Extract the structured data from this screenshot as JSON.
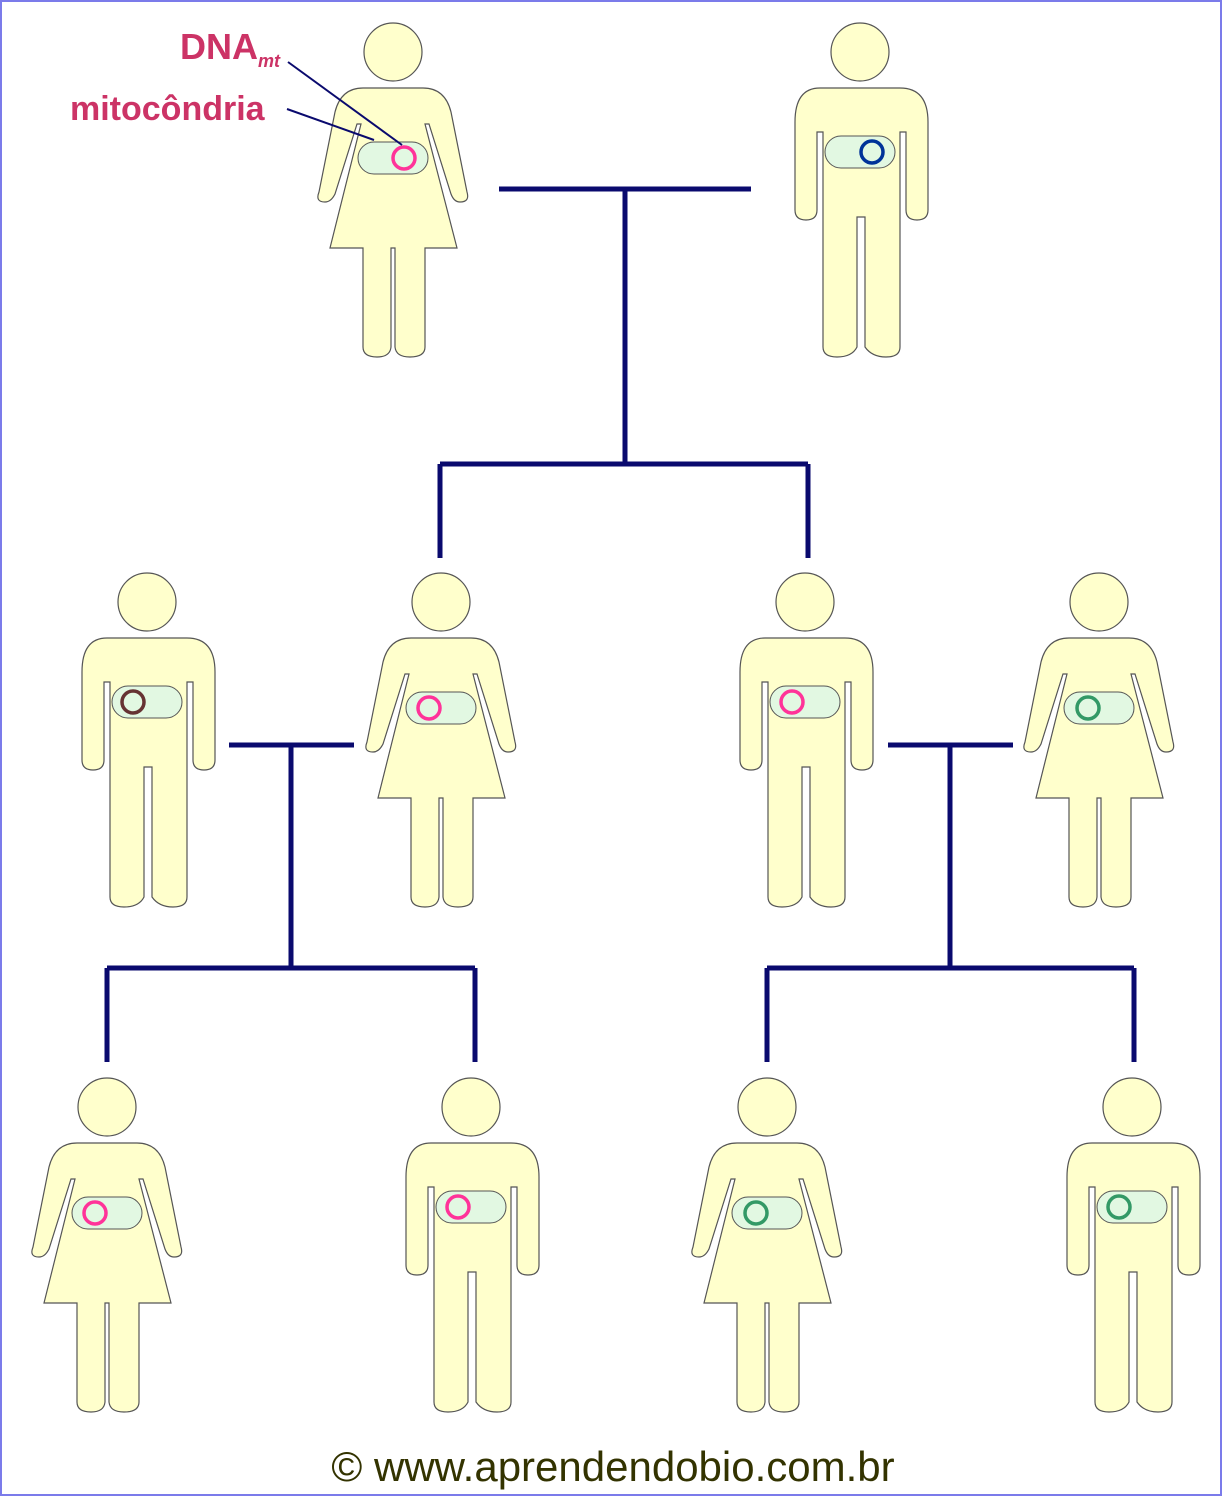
{
  "labels": {
    "dna": "DNA",
    "dna_sub": "mt",
    "mitochondria": "mitocôndria"
  },
  "footer": "© www.aprendendobio.com.br",
  "colors": {
    "line": "#0a0a6e",
    "body_fill": "#ffffcc",
    "mito_fill": "#e2f8e2",
    "label": "#cc3366"
  },
  "generations": [
    [
      {
        "sex": "female",
        "mtdna_color": "#ff3399"
      },
      {
        "sex": "male",
        "mtdna_color": "#003399"
      }
    ],
    [
      {
        "sex": "male",
        "mtdna_color": "#663333"
      },
      {
        "sex": "female",
        "mtdna_color": "#ff3399"
      },
      {
        "sex": "male",
        "mtdna_color": "#ff3399"
      },
      {
        "sex": "female",
        "mtdna_color": "#339966"
      }
    ],
    [
      {
        "sex": "female",
        "mtdna_color": "#ff3399"
      },
      {
        "sex": "male",
        "mtdna_color": "#ff3399"
      },
      {
        "sex": "female",
        "mtdna_color": "#339966"
      },
      {
        "sex": "male",
        "mtdna_color": "#339966"
      }
    ]
  ]
}
